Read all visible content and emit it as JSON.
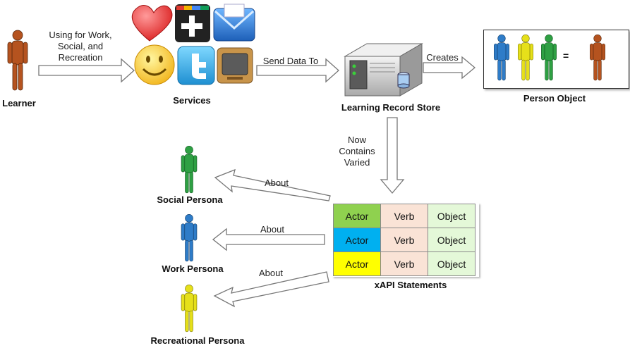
{
  "learner": {
    "label": "Learner",
    "color": "#b5531f"
  },
  "arrow_usage": {
    "line1": "Using for Work,",
    "line2": "Social, and",
    "line3": "Recreation"
  },
  "services": {
    "label": "Services",
    "icons": [
      "heart-icon",
      "google-plus-icon",
      "mail-icon",
      "smiley-icon",
      "twitter-icon",
      "tv-icon"
    ]
  },
  "arrow_send": {
    "label": "Send Data To"
  },
  "lrs": {
    "label": "Learning Record Store"
  },
  "arrow_creates": {
    "label": "Creates"
  },
  "person_object": {
    "label": "Person Object",
    "equals": "="
  },
  "arrow_contains": {
    "line1": "Now",
    "line2": "Contains",
    "line3": "Varied"
  },
  "personas": [
    {
      "label": "Social Persona",
      "color": "#2ea043"
    },
    {
      "label": "Work Persona",
      "color": "#2e7cc8"
    },
    {
      "label": "Recreational Persona",
      "color": "#e6e01a"
    }
  ],
  "about_labels": [
    "About",
    "About",
    "About"
  ],
  "xapi": {
    "title": "xAPI Statements",
    "rows": [
      {
        "actor": "Actor",
        "verb": "Verb",
        "object": "Object",
        "color": "#8fd14f"
      },
      {
        "actor": "Actor",
        "verb": "Verb",
        "object": "Object",
        "color": "#00b0f0"
      },
      {
        "actor": "Actor",
        "verb": "Verb",
        "object": "Object",
        "color": "#ffff00"
      }
    ]
  }
}
